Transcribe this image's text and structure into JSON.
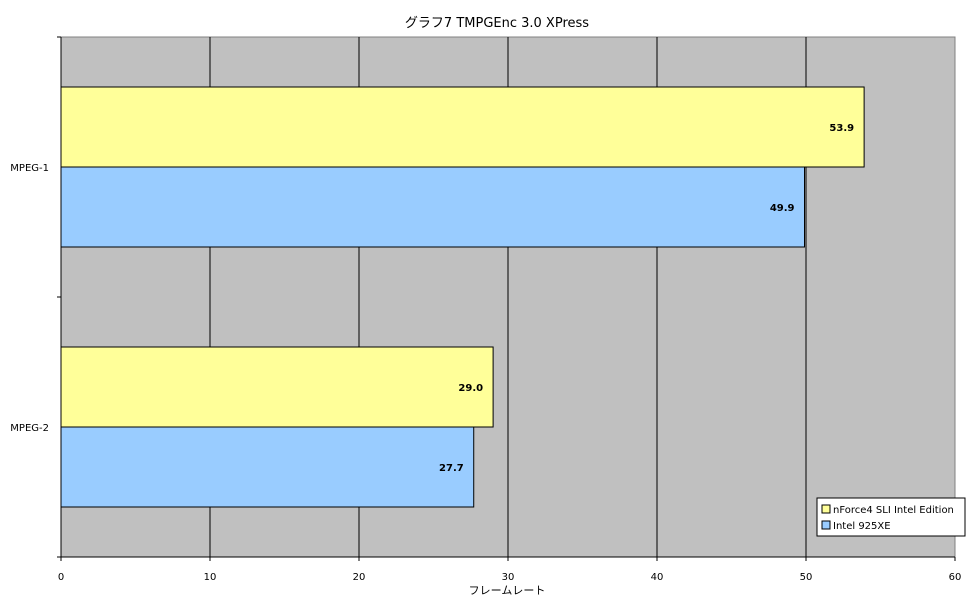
{
  "chart_data": {
    "type": "bar",
    "orientation": "horizontal",
    "title": "グラフ7  TMPGEnc 3.0 XPress",
    "xlabel": "フレームレート",
    "ylabel": "",
    "xlim": [
      0,
      60
    ],
    "xticks": [
      0,
      10,
      20,
      30,
      40,
      50,
      60
    ],
    "categories": [
      "MPEG-1",
      "MPEG-2"
    ],
    "series": [
      {
        "name": "nForce4 SLI Intel Edition",
        "values": [
          53.9,
          29.0
        ],
        "labels": [
          "53.9",
          "29.0"
        ],
        "color": "#FFFF99"
      },
      {
        "name": "Intel 925XE",
        "values": [
          49.9,
          27.7
        ],
        "labels": [
          "49.9",
          "27.7"
        ],
        "color": "#99CCFF"
      }
    ],
    "plot_background": "#C0C0C0",
    "grid": true,
    "legend_position": "bottom-right"
  }
}
